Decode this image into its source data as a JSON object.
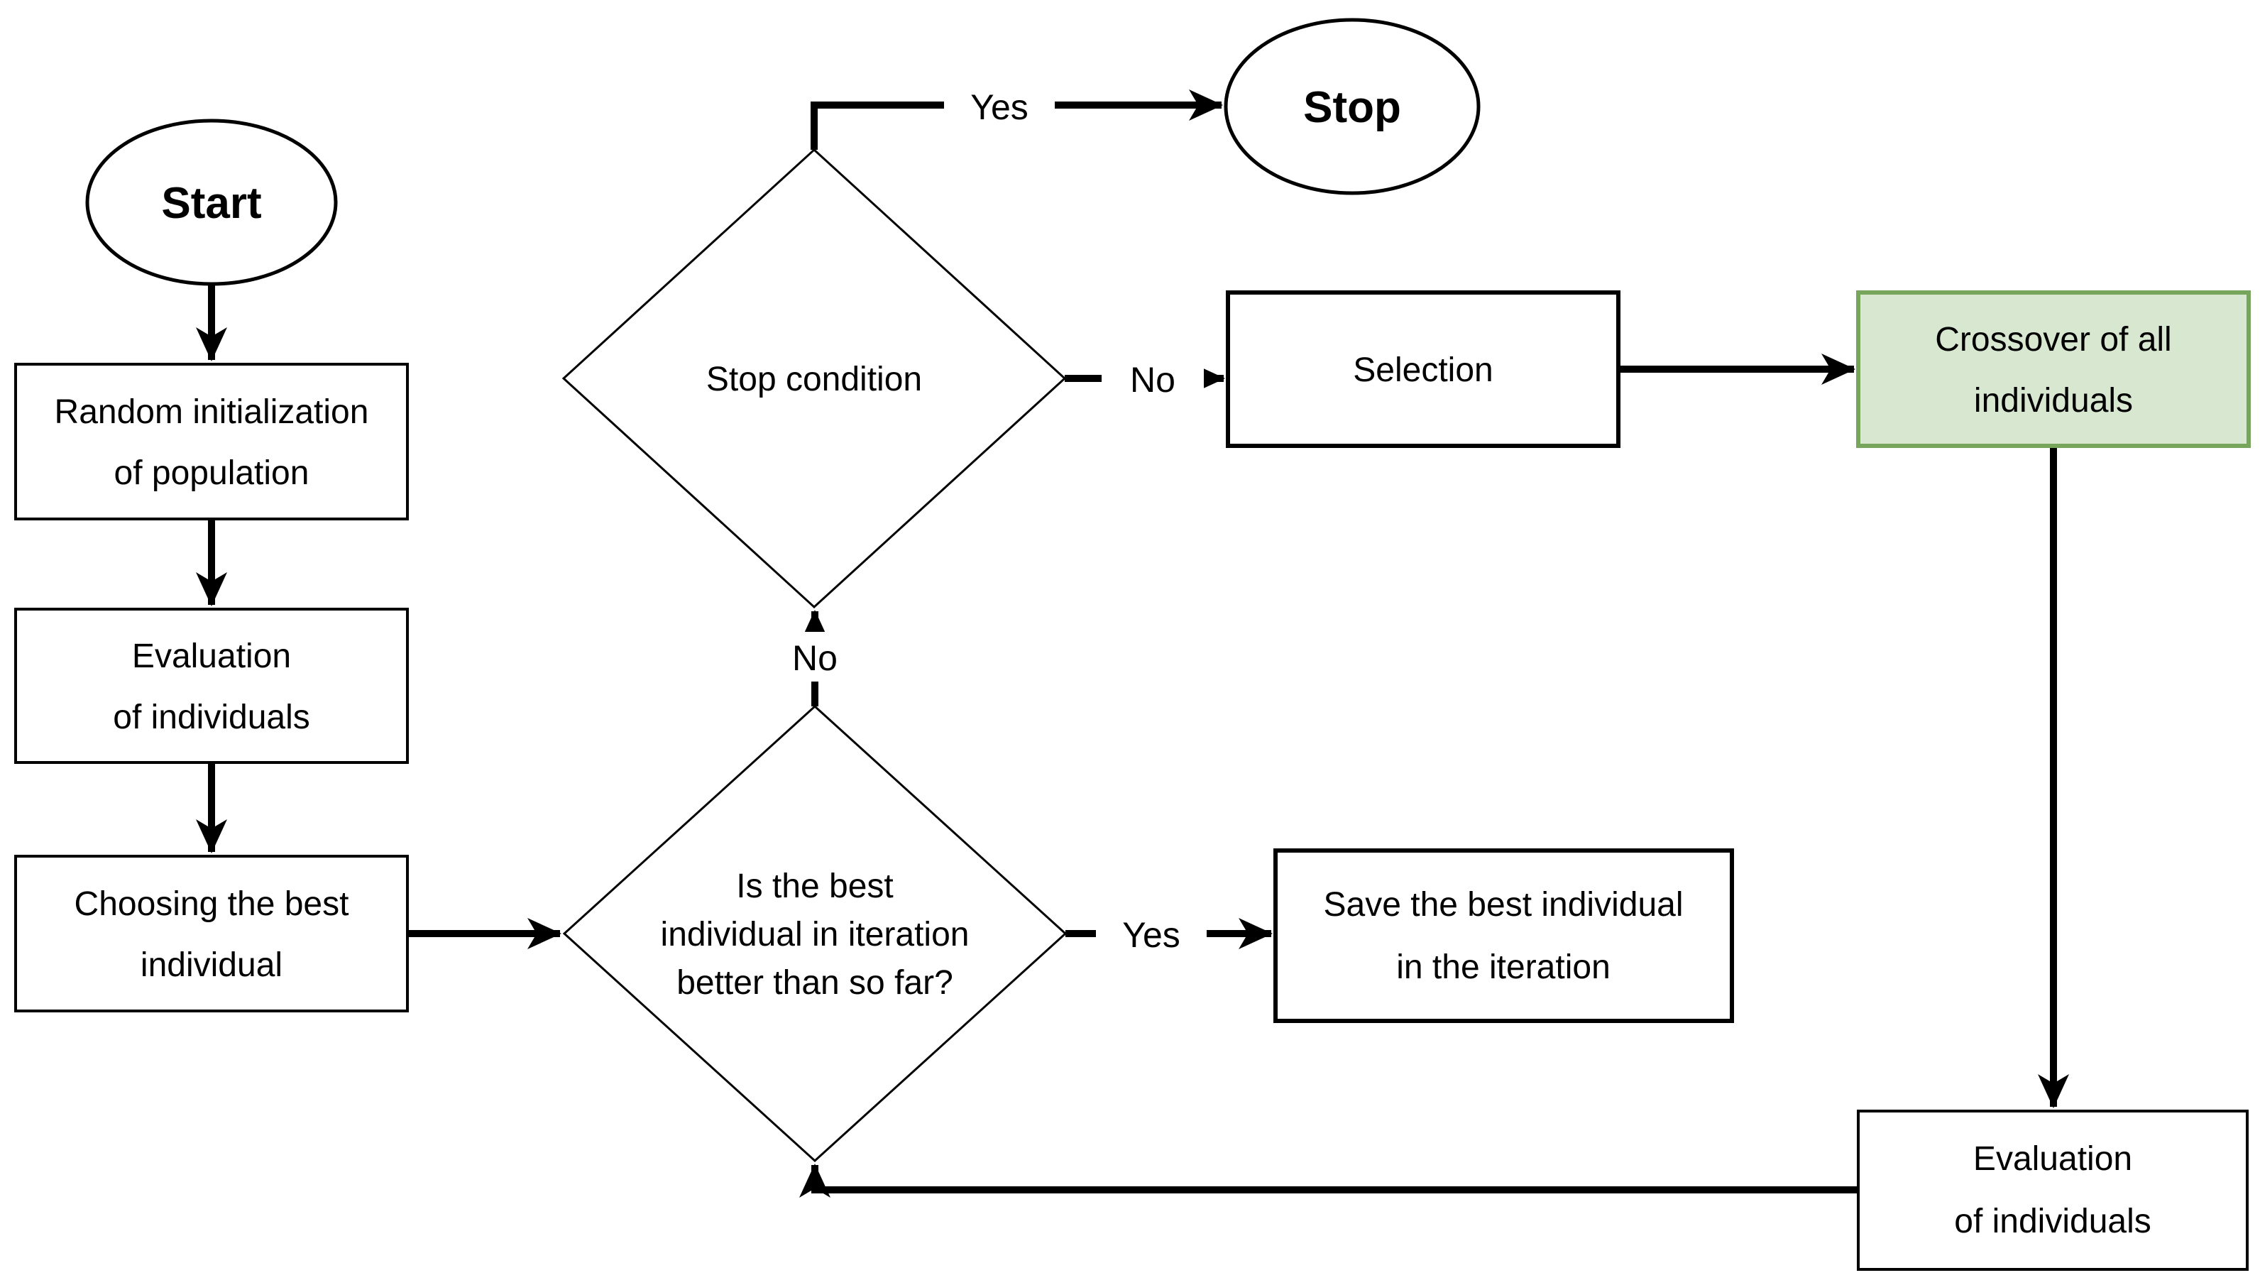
{
  "nodes": {
    "start": {
      "label": "Start"
    },
    "stop": {
      "label": "Stop"
    },
    "random_init": {
      "line1": "Random initialization",
      "line2": "of population"
    },
    "evaluation1": {
      "line1": "Evaluation",
      "line2": "of individuals"
    },
    "choosing": {
      "line1": "Choosing the best",
      "line2": "individual"
    },
    "stop_condition": {
      "label": "Stop condition"
    },
    "selection": {
      "label": "Selection"
    },
    "crossover": {
      "line1": "Crossover of all",
      "line2": "individuals"
    },
    "best_question": {
      "line1": "Is the best",
      "line2": "individual in iteration",
      "line3": "better than so far?"
    },
    "save_best": {
      "line1": "Save the best individual",
      "line2": "in the iteration"
    },
    "evaluation2": {
      "line1": "Evaluation",
      "line2": "of individuals"
    }
  },
  "edges": {
    "stop_condition_yes": "Yes",
    "stop_condition_no": "No",
    "best_question_no": "No",
    "best_question_yes": "Yes"
  },
  "colors": {
    "background": "#ffffff",
    "line": "#000000",
    "crossover_fill": "#d7e7d0",
    "crossover_border": "#76a55b"
  }
}
